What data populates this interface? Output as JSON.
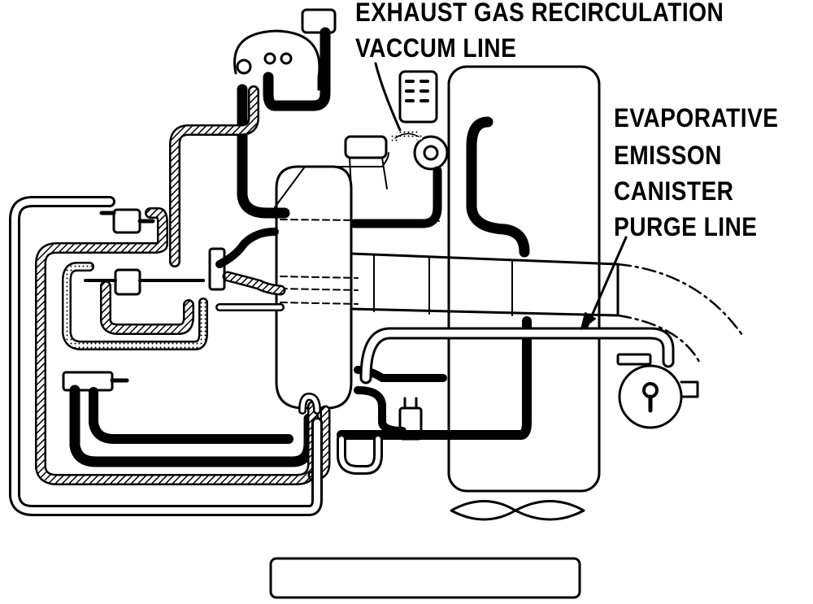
{
  "callouts": {
    "egr": {
      "line1": "EXHAUST GAS RECIRCULATION",
      "line2": "VACCUM LINE"
    },
    "evap": {
      "line1": "EVAPORATIVE",
      "line2": "EMISSON",
      "line3": "CANISTER",
      "line4": "PURGE LINE"
    }
  },
  "colors": {
    "ink": "#000000",
    "paper": "#ffffff"
  }
}
